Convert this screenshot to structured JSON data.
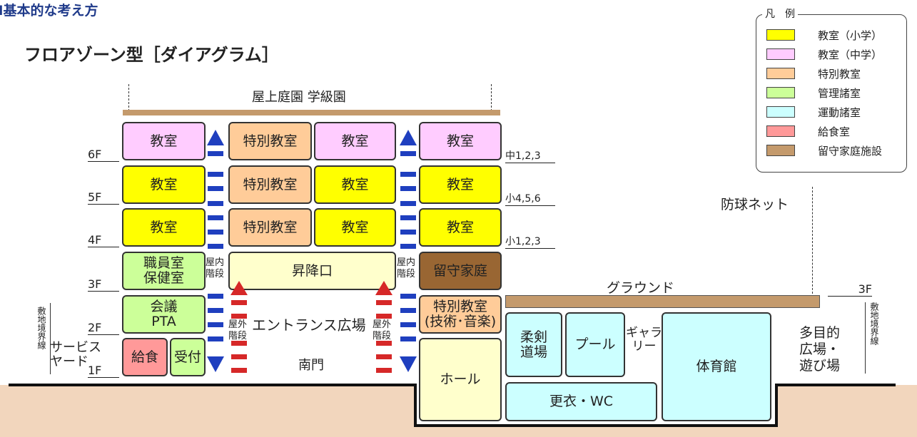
{
  "heading": "Ⅱ基本的な考え方",
  "subtitle": "フロアゾーン型［ダイアグラム］",
  "rooftop": "屋上庭園 学級園",
  "net_label": "防球ネット",
  "legend": {
    "title": "凡　例",
    "items": [
      {
        "label": "教室（小学）",
        "color": "#ffff00"
      },
      {
        "label": "教室（中学）",
        "color": "#ffccff"
      },
      {
        "label": "特別教室",
        "color": "#ffcc99"
      },
      {
        "label": "管理諸室",
        "color": "#ccff99"
      },
      {
        "label": "運動諸室",
        "color": "#ccffff"
      },
      {
        "label": "給食室",
        "color": "#ff9999"
      },
      {
        "label": "留守家庭施設",
        "color": "#c49a6c"
      }
    ]
  },
  "floors": {
    "f6": "6F",
    "f5": "5F",
    "f4": "4F",
    "f3": "3F",
    "f2": "2F",
    "f1": "1F",
    "g3": "3F"
  },
  "grade_notes": {
    "n6": "中1,2,3",
    "n5": "小4,5,6",
    "n4": "小1,2,3"
  },
  "rooms": {
    "classroom": "教室",
    "special": "特別教室",
    "staff_health": "職員室\n保健室",
    "elevator_hall": "昇降口",
    "after_school": "留守家庭",
    "meeting_pta": "会議\nPTA",
    "special_tech": "特別教室\n(技術･音楽)",
    "lunch": "給食",
    "reception": "受付",
    "hall": "ホール",
    "judo": "柔剣\n道場",
    "pool": "プール",
    "gallery": "ギャラ\nリー",
    "gym": "体育館",
    "locker_wc": "更衣・WC"
  },
  "labels": {
    "indoor_stairs": "屋内\n階段",
    "outdoor_stairs": "屋外\n階段",
    "entrance_plaza": "エントランス広場",
    "south_gate": "南門",
    "ground": "グラウンド",
    "service_yard": "サービス\nヤード",
    "multipurpose": "多目的\n広場・\n遊び場",
    "boundary": "敷地境界線"
  },
  "colors": {
    "elem": "#ffff00",
    "middle": "#ffccff",
    "special": "#ffcc99",
    "admin": "#ccff99",
    "sports": "#ccffff",
    "lunch": "#ff9999",
    "afterschool": "#996633",
    "elevator": "#ffffcc",
    "roof": "#c49a6c",
    "ground_bar": "#c49a6c",
    "earth": "#f2d6bd",
    "stair_blue": "#1f3fbf",
    "stair_red": "#d62828",
    "heading_blue": "#1f3a8a"
  }
}
